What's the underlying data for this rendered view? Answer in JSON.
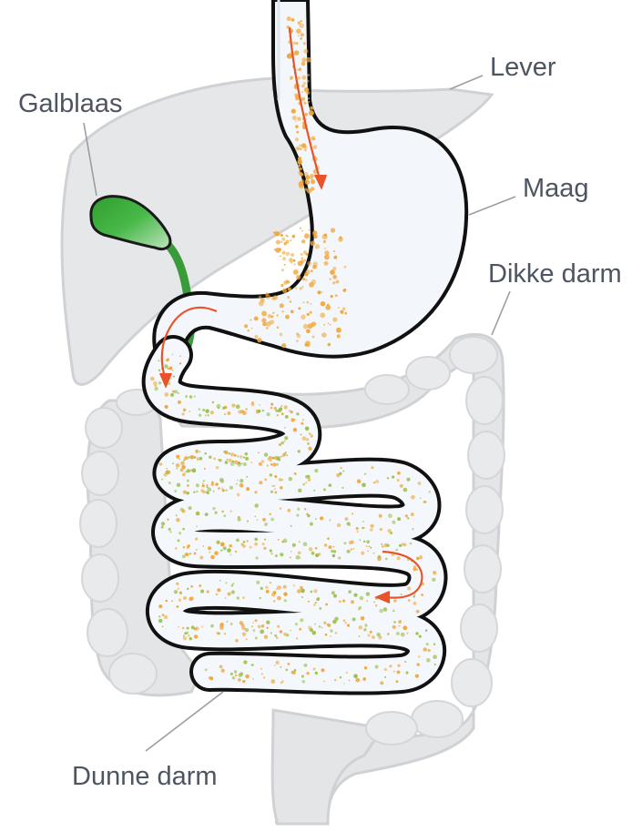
{
  "labels": {
    "gallbladder": "Galblaas",
    "liver": "Lever",
    "stomach": "Maag",
    "large_intestine": "Dikke darm",
    "small_intestine": "Dunne darm"
  },
  "colors": {
    "organ_gray": "#e4e5e7",
    "organ_gray_stroke": "#cfd1d4",
    "outline": "#121212",
    "lumen": "#f5f8fb",
    "gallbladder_green": "#3aa83a",
    "food_orange": "#f0a73a",
    "food_green": "#9bbf4a",
    "arrow_red": "#e8532b",
    "label_text": "#4d5561",
    "leader_line": "#9a9ea4"
  },
  "icons": {
    "flow_arrow": "arrow-icon"
  }
}
